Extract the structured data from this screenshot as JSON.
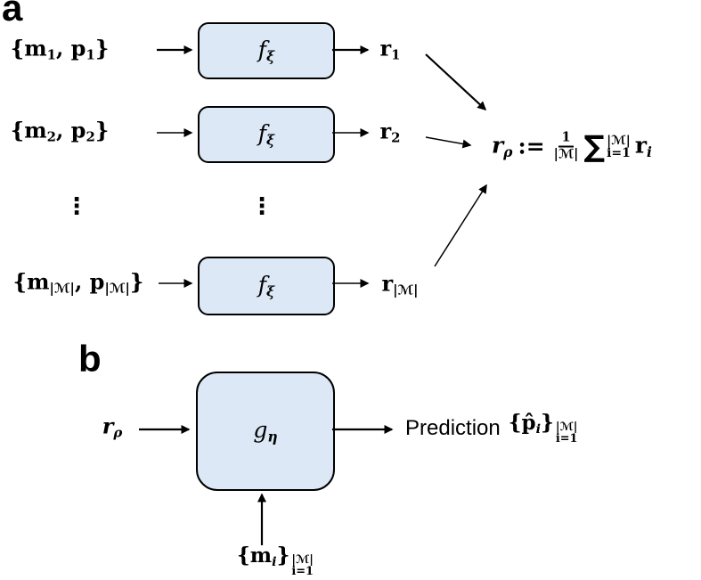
{
  "colors": {
    "box_fill": "#dce8f5",
    "box_border": "#000000",
    "ink": "#000000"
  },
  "panel_a": {
    "label": "a",
    "ellipsis": "⋮",
    "rows": [
      {
        "input": {
          "brace_open": "{",
          "m": "m",
          "m_sub": "1",
          "comma": ", ",
          "p": "p",
          "p_sub": "1",
          "brace_close": "}"
        },
        "box": {
          "name": "f",
          "sub": "ξ"
        },
        "output": {
          "r": "r",
          "sub": "1"
        }
      },
      {
        "input": {
          "brace_open": "{",
          "m": "m",
          "m_sub": "2",
          "comma": ", ",
          "p": "p",
          "p_sub": "2",
          "brace_close": "}"
        },
        "box": {
          "name": "f",
          "sub": "ξ"
        },
        "output": {
          "r": "r",
          "sub": "2"
        }
      },
      {
        "input": {
          "brace_open": "{",
          "m": "m",
          "m_sub": "|ℳ|",
          "comma": ", ",
          "p": "p",
          "p_sub": "|ℳ|",
          "brace_close": "}"
        },
        "box": {
          "name": "f",
          "sub": "ξ"
        },
        "output": {
          "r": "r",
          "sub": "|ℳ|"
        }
      }
    ],
    "aggregate": {
      "r": "r",
      "r_sub": "ρ",
      "assign": ":=",
      "frac_num": "1",
      "frac_den": "|ℳ|",
      "sum": "∑",
      "sum_sup": "|ℳ|",
      "sum_sub": "i=1",
      "r_i": "r",
      "r_i_sub": "i"
    }
  },
  "panel_b": {
    "label": "b",
    "input": {
      "r": "r",
      "sub": "ρ"
    },
    "box": {
      "name": "g",
      "sub": "η"
    },
    "output": {
      "word": "Prediction",
      "brace_open": "{",
      "p_hat": "p̂",
      "p_sub": "i",
      "brace_close": "}",
      "sup": "|ℳ|",
      "sub": "i=1"
    },
    "context": {
      "brace_open": "{",
      "m": "m",
      "m_sub": "i",
      "brace_close": "}",
      "sup": "|ℳ|",
      "sub": "i=1"
    }
  }
}
